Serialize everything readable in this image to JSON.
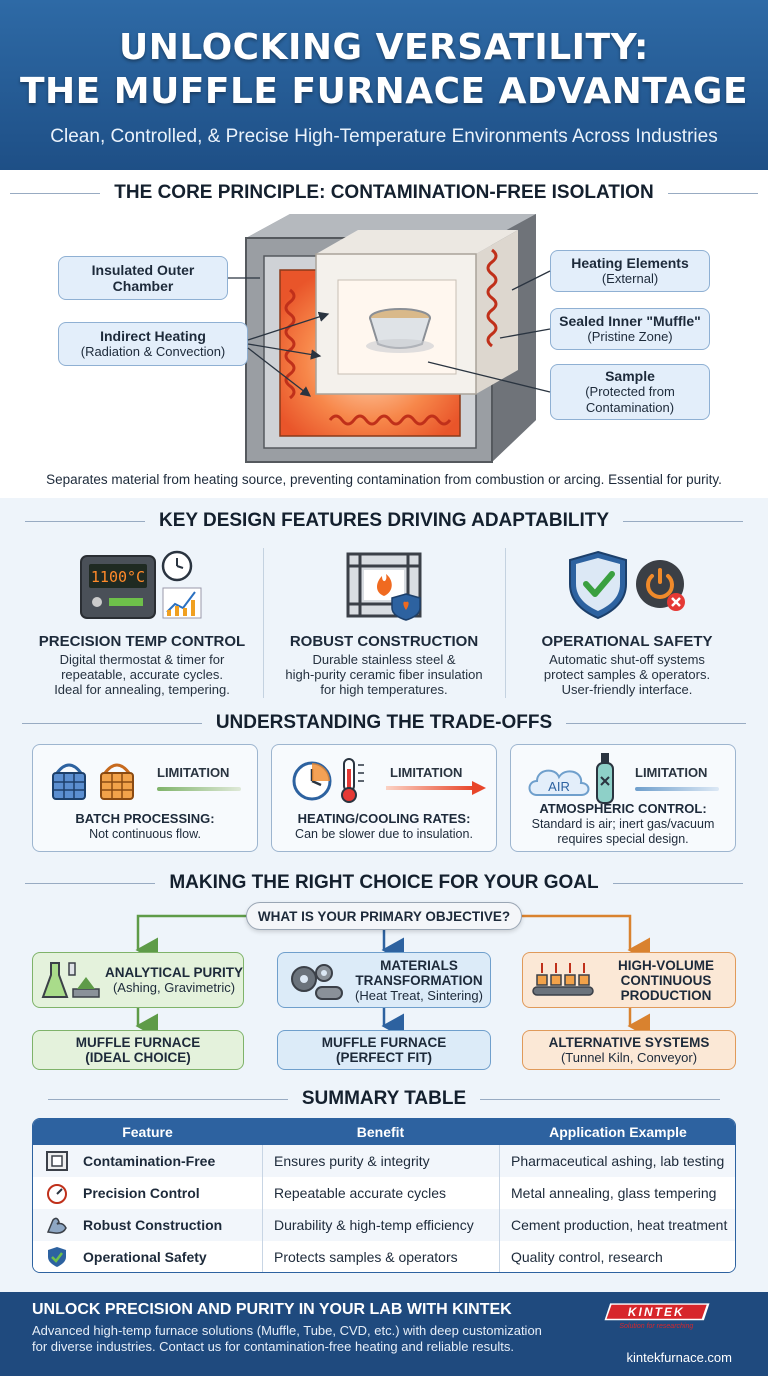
{
  "header": {
    "title_line1": "UNLOCKING VERSATILITY:",
    "title_line2": "THE MUFFLE FURNACE ADVANTAGE",
    "subtitle": "Clean, Controlled, & Precise High-Temperature Environments Across Industries"
  },
  "core": {
    "title": "THE CORE PRINCIPLE: CONTAMINATION-FREE ISOLATION",
    "outer_chamber": {
      "line1": "Insulated Outer",
      "line2": "Chamber"
    },
    "indirect": {
      "title": "Indirect Heating",
      "detail": "(Radiation & Convection)"
    },
    "elements": {
      "title": "Heating Elements",
      "detail": "(External)"
    },
    "muffle": {
      "title": "Sealed Inner \"Muffle\"",
      "detail": "(Pristine Zone)"
    },
    "sample": {
      "title": "Sample",
      "detail1": "(Protected from",
      "detail2": "Contamination)"
    },
    "caption": "Separates material from heating source, preventing contamination from combustion or arcing. Essential for purity."
  },
  "features": {
    "title": "KEY DESIGN FEATURES DRIVING ADAPTABILITY",
    "display_value": "1100°C",
    "items": [
      {
        "title": "PRECISION TEMP CONTROL",
        "l1": "Digital thermostat & timer for",
        "l2": "repeatable, accurate cycles.",
        "l3": "Ideal for annealing, tempering."
      },
      {
        "title": "ROBUST CONSTRUCTION",
        "l1": "Durable stainless steel &",
        "l2": "high-purity ceramic fiber insulation",
        "l3": "for high temperatures."
      },
      {
        "title": "OPERATIONAL SAFETY",
        "l1": "Automatic shut-off systems",
        "l2": "protect samples & operators.",
        "l3": "User-friendly interface."
      }
    ]
  },
  "tradeoffs": {
    "title": "UNDERSTANDING THE TRADE-OFFS",
    "limitation_label": "LIMITATION",
    "air_label": "AIR",
    "items": [
      {
        "title": "BATCH PROCESSING:",
        "l1": "Not continuous flow.",
        "l2": ""
      },
      {
        "title": "HEATING/COOLING RATES:",
        "l1": "Can be slower due to insulation.",
        "l2": ""
      },
      {
        "title": "ATMOSPHERIC CONTROL:",
        "l1": "Standard is air; inert gas/vacuum",
        "l2": "requires special design."
      }
    ]
  },
  "choice": {
    "title": "MAKING THE RIGHT CHOICE FOR YOUR GOAL",
    "question": "WHAT IS YOUR PRIMARY OBJECTIVE?",
    "goals": [
      {
        "l1": "ANALYTICAL PURITY",
        "l2": "(Ashing, Gravimetric)",
        "l3": ""
      },
      {
        "l1": "MATERIALS",
        "l2": "TRANSFORMATION",
        "l3": "(Heat Treat, Sintering)"
      },
      {
        "l1": "HIGH-VOLUME",
        "l2": "CONTINUOUS",
        "l3": "PRODUCTION"
      }
    ],
    "results": [
      {
        "l1": "MUFFLE FURNACE",
        "l2": "(IDEAL CHOICE)"
      },
      {
        "l1": "MUFFLE FURNACE",
        "l2": "(PERFECT FIT)"
      },
      {
        "l1": "ALTERNATIVE SYSTEMS",
        "l2": "(Tunnel Kiln, Conveyor)"
      }
    ]
  },
  "summary": {
    "title": "SUMMARY TABLE",
    "headers": [
      "Feature",
      "Benefit",
      "Application Example"
    ],
    "rows": [
      {
        "feature": "Contamination-Free",
        "benefit": "Ensures purity & integrity",
        "example": "Pharmaceutical ashing, lab testing",
        "icon": "square-frame-icon"
      },
      {
        "feature": "Precision Control",
        "benefit": "Repeatable accurate cycles",
        "example": "Metal annealing, glass tempering",
        "icon": "gauge-icon"
      },
      {
        "feature": "Robust Construction",
        "benefit": "Durability & high-temp efficiency",
        "example": "Cement production, heat treatment",
        "icon": "muscle-arm-icon"
      },
      {
        "feature": "Operational Safety",
        "benefit": "Protects samples & operators",
        "example": "Quality control, research",
        "icon": "shield-check-icon"
      }
    ]
  },
  "footer": {
    "headline": "UNLOCK PRECISION AND PURITY IN YOUR LAB WITH KINTEK",
    "body1": "Advanced high-temp furnace solutions (Muffle, Tube, CVD, etc.) with deep customization",
    "body2": "for diverse industries. Contact us for contamination-free heating and reliable results.",
    "logo_text": "KINTEK",
    "logo_tagline": "Solution for researching",
    "site": "kintekfurnace.com"
  },
  "colors": {
    "header_blue": "#2e6aa6",
    "footer_blue": "#1f4a7e",
    "heat_orange": "#f26a2e",
    "green": "#7fb36a",
    "blue": "#6f9fcc",
    "orange": "#e09a5a",
    "logo_red": "#d7262b"
  }
}
